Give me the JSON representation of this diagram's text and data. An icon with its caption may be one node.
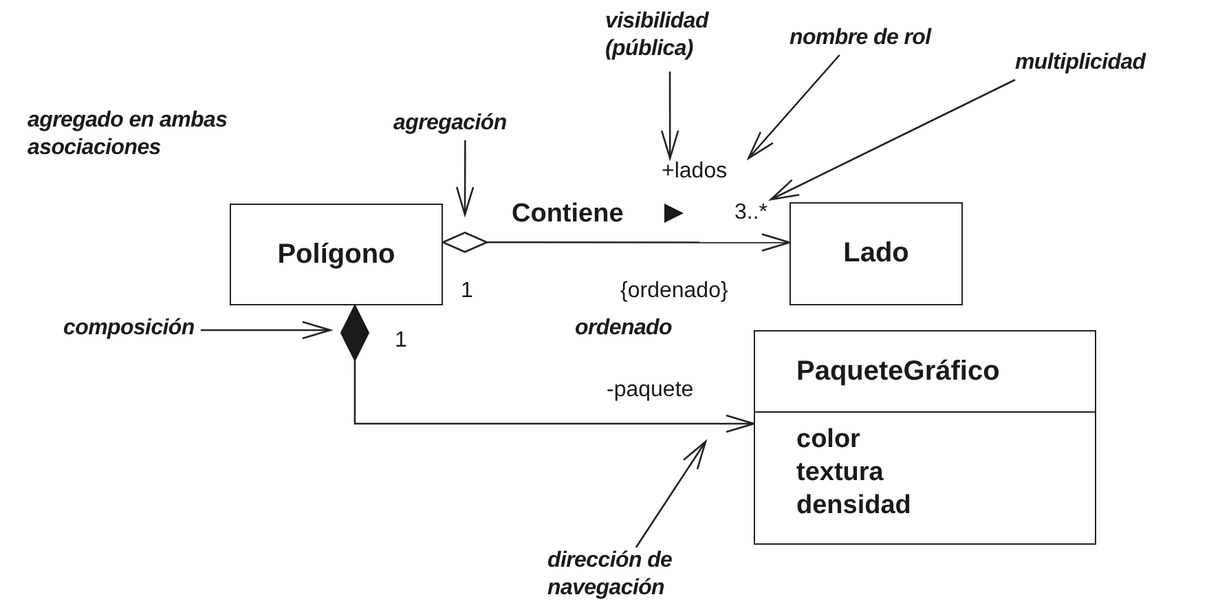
{
  "diagram": {
    "nodes": [
      {
        "text": [
          "Polígono"
        ]
      },
      {
        "text": [
          "Lado"
        ]
      },
      {
        "text": [
          "PaqueteGráfico",
          "color",
          "textura",
          "densidad"
        ]
      },
      {
        "text": [
          "agregación"
        ]
      },
      {
        "text": [
          "visibilidad (pública)"
        ]
      },
      {
        "text": [
          "nombre de rol"
        ]
      },
      {
        "text": [
          "multiplicidad"
        ]
      },
      {
        "text": [
          "composición"
        ]
      },
      {
        "text": [
          "dirección de navegación"
        ]
      },
      {
        "text": [
          "+lados"
        ]
      },
      {
        "text": [
          "3..*"
        ]
      }
    ],
    "edges": [
      {
        "from": 0,
        "to": 1,
        "arrow": "to",
        "label": "Contiene"
      },
      {
        "from": 0,
        "to": 2,
        "arrow": "to"
      },
      {
        "from": 3,
        "to": 0,
        "arrow": "to"
      },
      {
        "from": 4,
        "to": 9,
        "arrow": "to"
      },
      {
        "from": 5,
        "to": 9,
        "arrow": "to"
      },
      {
        "from": 6,
        "to": 10,
        "arrow": "to"
      },
      {
        "from": 7,
        "to": 0,
        "arrow": "to"
      },
      {
        "from": 8,
        "to": null,
        "arrow": "to"
      }
    ],
    "labels": [
      "agregado en ambas asociaciones",
      "1",
      "{ordenado}",
      "ordenado",
      "1",
      "-paquete"
    ]
  }
}
